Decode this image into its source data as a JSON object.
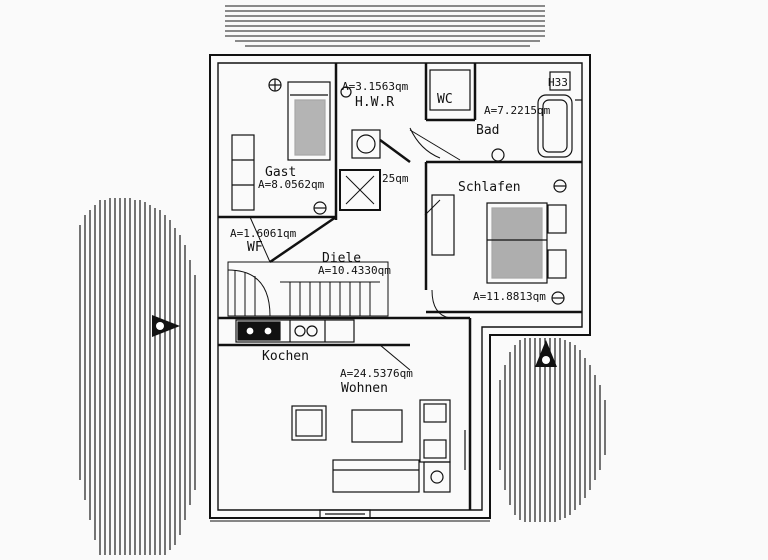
{
  "rooms": {
    "hwr": {
      "name": "H.W.R",
      "area": "A=3.1563qm"
    },
    "wc": {
      "name": "WC"
    },
    "bad": {
      "name": "Bad",
      "area": "A=7.2215qm",
      "fixture": "H33"
    },
    "gast": {
      "name": "Gast",
      "area": "A=8.0562qm"
    },
    "closet": {
      "area": "25qm"
    },
    "wf": {
      "name": "WF",
      "area": "A=1.6061qm"
    },
    "schlafen": {
      "name": "Schlafen",
      "area": "A=11.8813qm"
    },
    "diele": {
      "name": "Diele",
      "area": "A=10.4330qm"
    },
    "kochen": {
      "name": "Kochen"
    },
    "wohnen": {
      "name": "Wohnen",
      "area": "A=24.5376qm"
    }
  },
  "colors": {
    "ink": "#111111",
    "paper": "#fafafa",
    "hatch": "#1a1a1a"
  }
}
